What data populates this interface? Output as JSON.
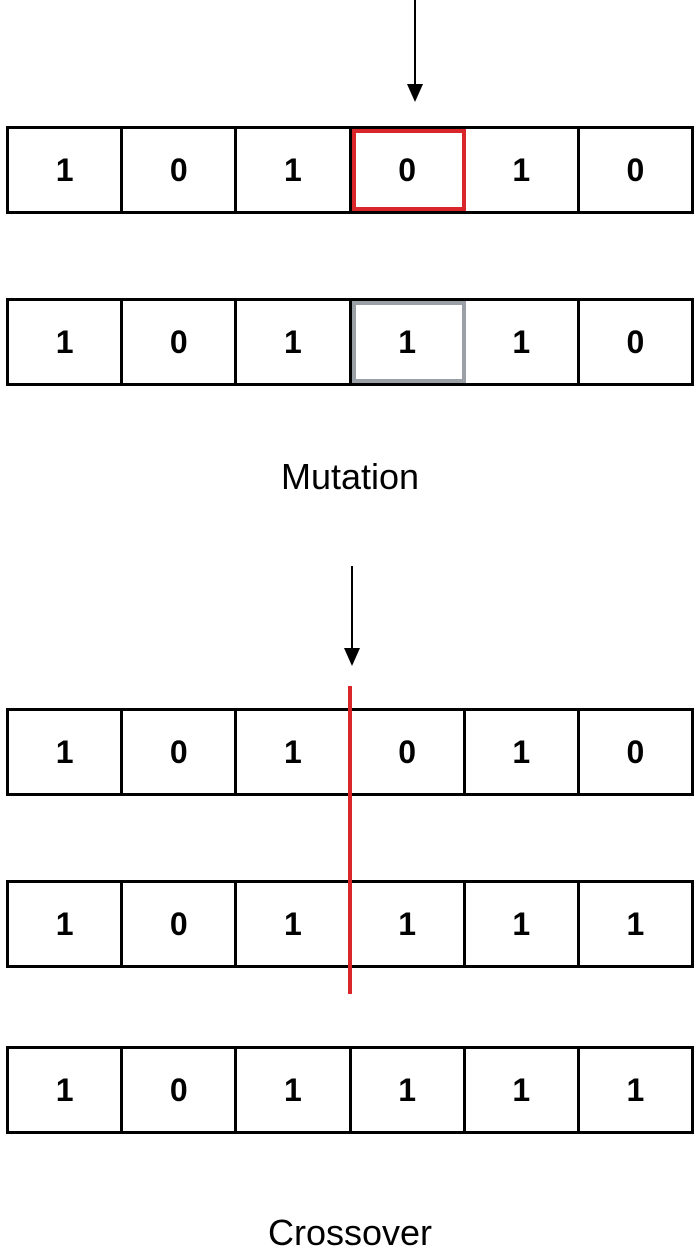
{
  "colors": {
    "cell_border": "#000000",
    "mutation_highlight_before": "#d9262b",
    "mutation_highlight_after": "#9aa0a6",
    "crossover_cut": "#d9262b"
  },
  "mutation": {
    "caption": "Mutation",
    "before": [
      "1",
      "0",
      "1",
      "0",
      "1",
      "0"
    ],
    "after": [
      "1",
      "0",
      "1",
      "1",
      "1",
      "0"
    ],
    "mutated_index": 3
  },
  "crossover": {
    "caption": "Crossover",
    "parent1": [
      "1",
      "0",
      "1",
      "0",
      "1",
      "0"
    ],
    "parent2": [
      "1",
      "0",
      "1",
      "1",
      "1",
      "1"
    ],
    "offspring": [
      "1",
      "0",
      "1",
      "1",
      "1",
      "1"
    ],
    "cut_after_index": 2
  }
}
